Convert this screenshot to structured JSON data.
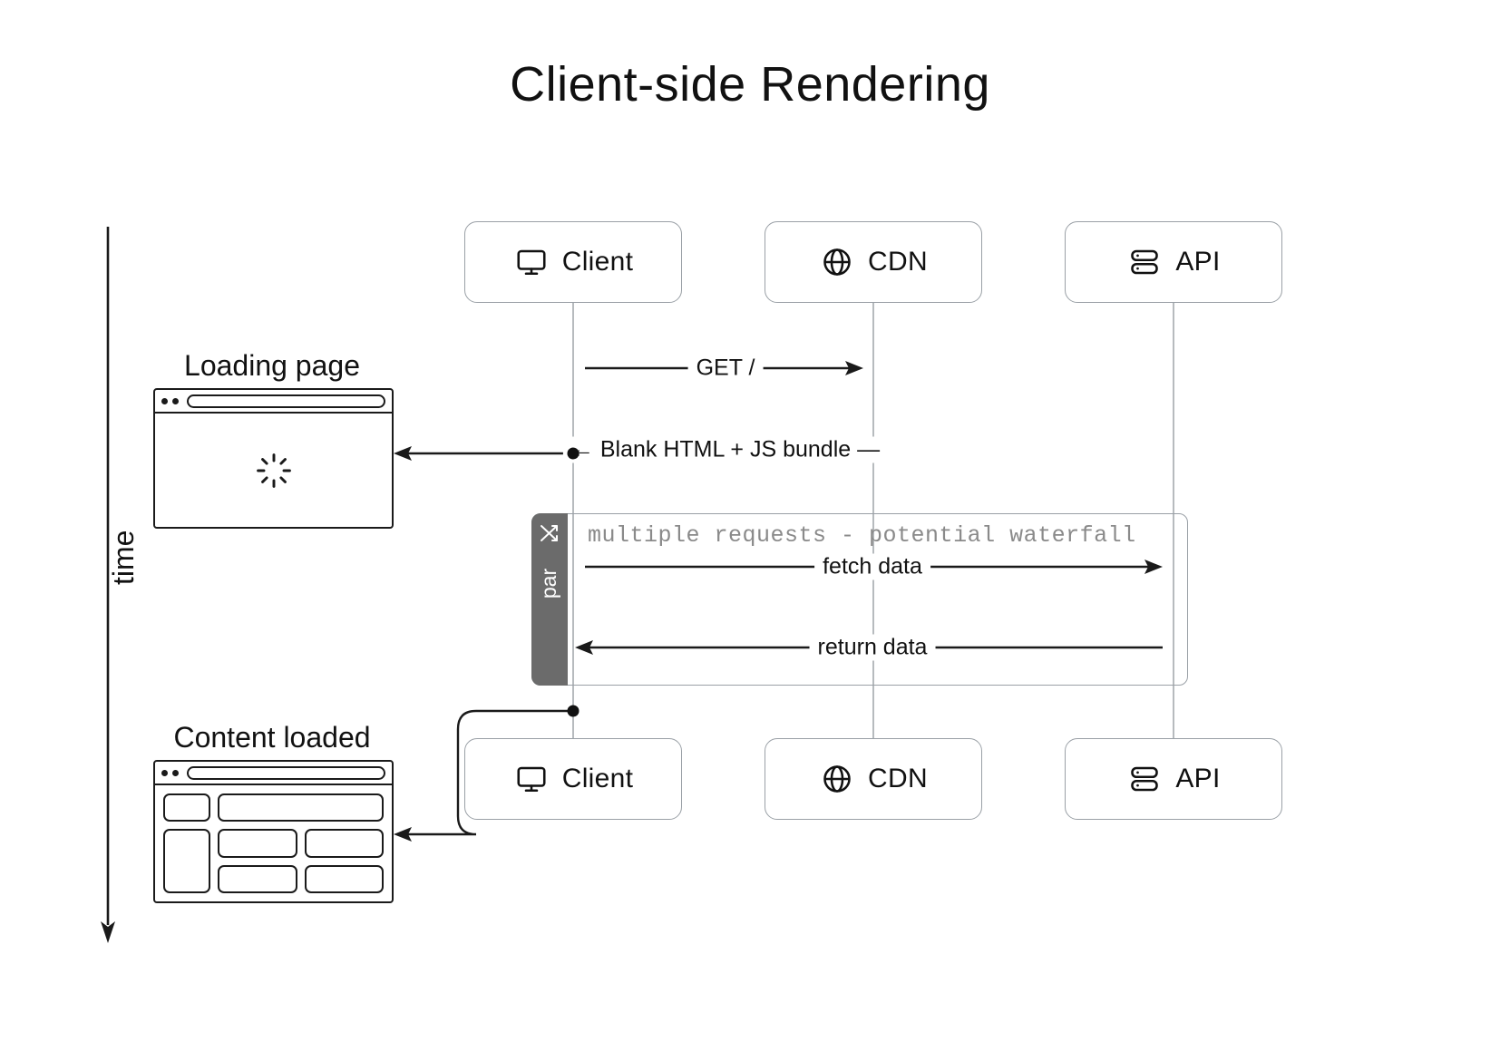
{
  "title": "Client-side Rendering",
  "axis": {
    "label": "time",
    "icon": "down-arrow-icon"
  },
  "actors_top": [
    {
      "name": "Client",
      "icon": "monitor-icon"
    },
    {
      "name": "CDN",
      "icon": "globe-icon"
    },
    {
      "name": "API",
      "icon": "server-icon"
    }
  ],
  "actors_bottom": [
    {
      "name": "Client",
      "icon": "monitor-icon"
    },
    {
      "name": "CDN",
      "icon": "globe-icon"
    },
    {
      "name": "API",
      "icon": "server-icon"
    }
  ],
  "messages": [
    {
      "label": "GET /",
      "from": "Client",
      "to": "CDN",
      "direction": "right"
    },
    {
      "label": "Blank HTML + JS bundle",
      "from": "CDN",
      "to": "Client",
      "direction": "left"
    },
    {
      "label": "fetch data",
      "from": "Client",
      "to": "API",
      "direction": "right"
    },
    {
      "label": "return data",
      "from": "API",
      "to": "Client",
      "direction": "left"
    }
  ],
  "fragment": {
    "kind": "par",
    "icon": "shuffle-icon",
    "note": "multiple requests - potential waterfall",
    "tab_color": "#6b6b6b",
    "note_color": "#8a8a8a"
  },
  "mockups": [
    {
      "caption": "Loading page",
      "state": "spinner"
    },
    {
      "caption": "Content loaded",
      "state": "content"
    }
  ],
  "colors": {
    "stroke": "#1a1a1a",
    "box_border": "#9aa0a6",
    "lifeline": "#b7bbbe",
    "background": "#ffffff"
  }
}
